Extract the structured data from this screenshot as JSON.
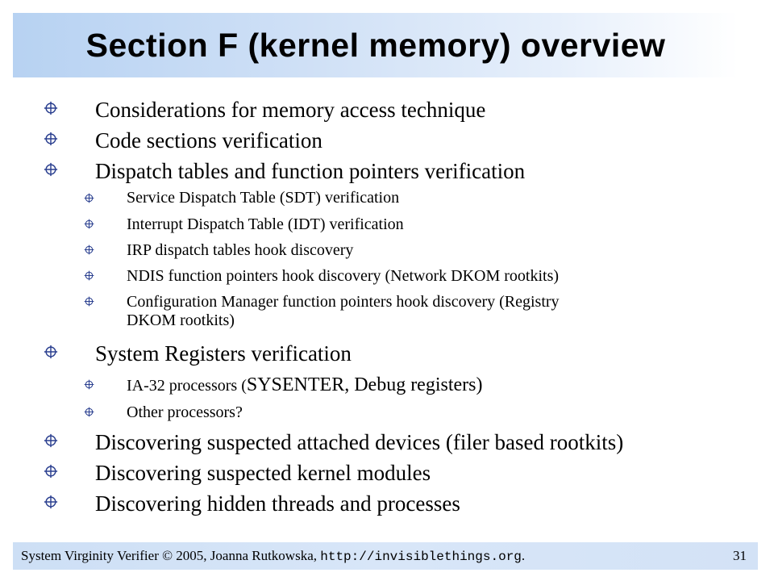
{
  "slide": {
    "title": "Section F (kernel memory) overview",
    "bullets": {
      "b1": "Considerations for memory access technique",
      "b2": "Code sections verification",
      "b3": "Dispatch tables and function pointers verification",
      "b3_sub": {
        "s1": "Service Dispatch Table (SDT) verification",
        "s2": "Interrupt Dispatch Table (IDT) verification",
        "s3": "IRP dispatch tables hook discovery",
        "s4": "NDIS function pointers hook discovery (Network DKOM rootkits)",
        "s5_line1": "Configuration Manager function pointers hook discovery (Registry",
        "s5_line2": "DKOM rootkits)"
      },
      "b4": "System Registers verification",
      "b4_sub": {
        "s1_prefix": "IA-32 processors (",
        "s1_rest": "SYSENTER, Debug registers)",
        "s2": "Other processors?"
      },
      "b5": "Discovering suspected attached devices (filer based rootkits)",
      "b6": "Discovering suspected kernel modules",
      "b7": "Discovering hidden threads and processes"
    },
    "bullet_icon": "crosshair-icon"
  },
  "footer": {
    "text_prefix": "System Virginity Verifier © 2005, Joanna Rutkowska, ",
    "url": "http://invisiblethings.org",
    "text_suffix": ".",
    "page_number": "31"
  },
  "colors": {
    "title_band": "#b7d2f2",
    "footer_band": "#cddff5",
    "bullet": "#2a3f8f"
  }
}
